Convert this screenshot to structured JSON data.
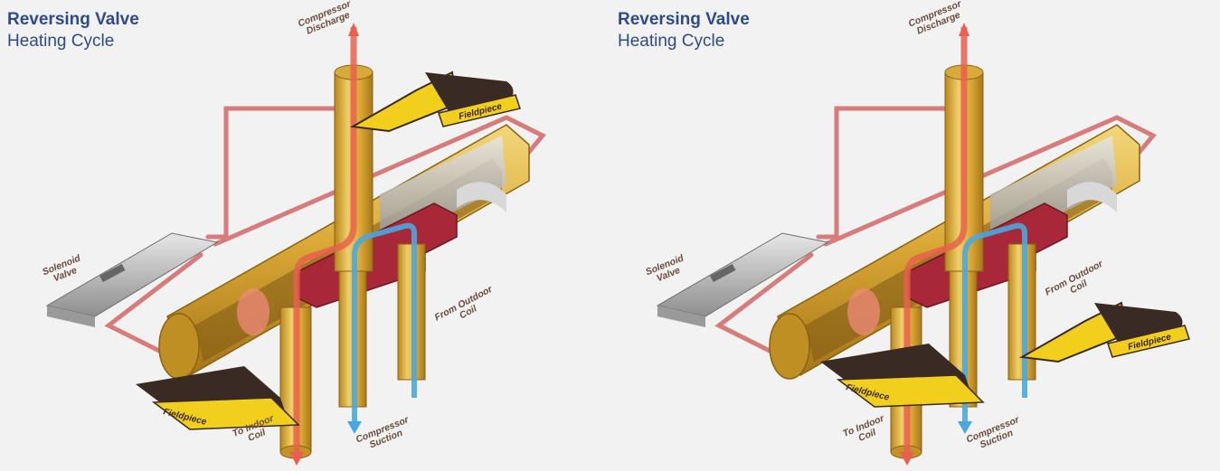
{
  "panels": [
    {
      "title_line1": "Reversing Valve",
      "title_line2": "Heating Cycle",
      "labels": {
        "compressor_discharge": [
          "Compressor",
          "Discharge"
        ],
        "solenoid_valve": [
          "Solenoid",
          "Valve"
        ],
        "from_outdoor_coil": [
          "From Outdoor",
          "Coil"
        ],
        "to_indoor_coil": [
          "To Indoor",
          "Coil"
        ],
        "compressor_suction": [
          "Compressor",
          "Suction"
        ]
      },
      "clamp_brand": "Fieldpiece"
    },
    {
      "title_line1": "Reversing Valve",
      "title_line2": "Heating Cycle",
      "labels": {
        "compressor_discharge": [
          "Compressor",
          "Discharge"
        ],
        "solenoid_valve": [
          "Solenoid",
          "Valve"
        ],
        "from_outdoor_coil": [
          "From Outdoor",
          "Coil"
        ],
        "to_indoor_coil": [
          "To Indoor",
          "Coil"
        ],
        "compressor_suction": [
          "Compressor",
          "Suction"
        ]
      },
      "clamp_brand": "Fieldpiece"
    }
  ],
  "colors": {
    "title": "#2e4a8a",
    "label": "#6b4b3b",
    "brass": "#d4a52c",
    "hot_flow": "#e9604e",
    "cold_flow": "#4aa8e0",
    "capillary": "#d77b7b",
    "clamp_yellow": "#f2cf1d",
    "clamp_body": "#3a2a24",
    "slider": "#a8283a"
  },
  "icons": [
    "fieldpiece-clamp-icon",
    "solenoid-icon"
  ]
}
